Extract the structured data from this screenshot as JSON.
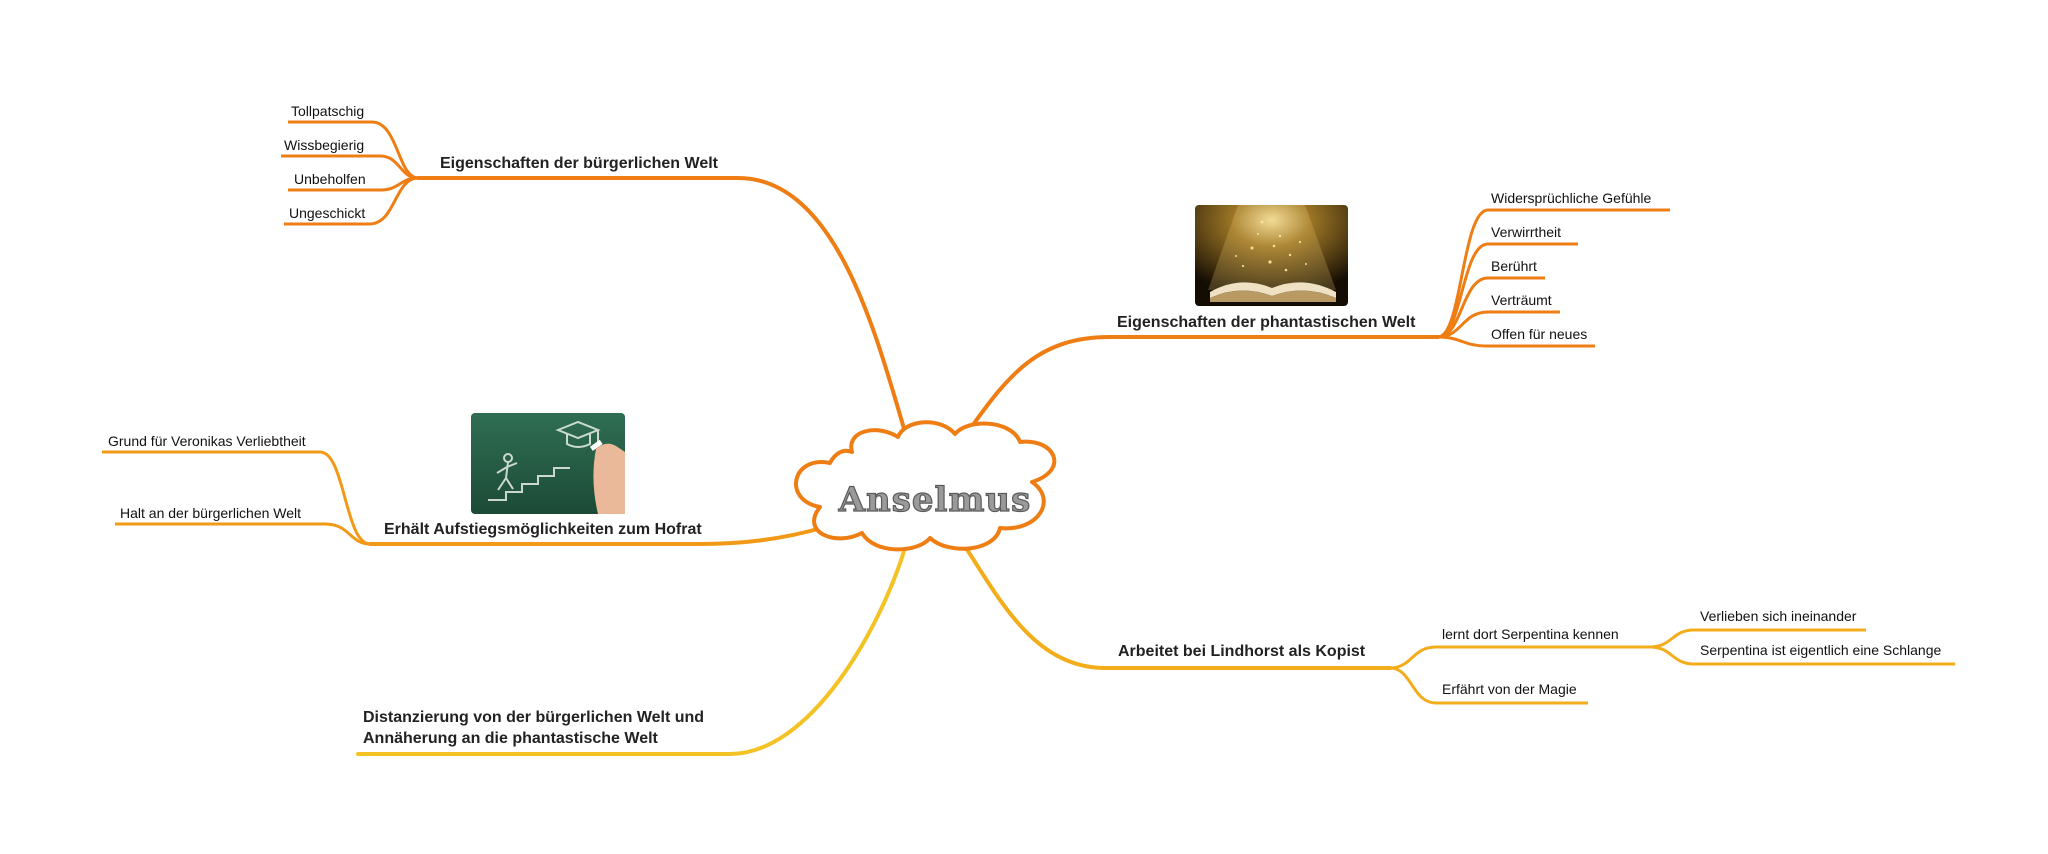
{
  "colors": {
    "orange_dark": "#ee7d14",
    "orange": "#f29a17",
    "amber": "#f3ad1b",
    "yellow": "#f3c326",
    "cloud_fill": "#ffffff"
  },
  "center": {
    "label": "Anselmus"
  },
  "branches": {
    "buergerlich": {
      "label": "Eigenschaften der bürgerlichen Welt",
      "items": [
        "Tollpatschig",
        "Wissbegierig",
        "Unbeholfen",
        "Ungeschickt"
      ]
    },
    "phantastisch": {
      "label": "Eigenschaften der phantastischen Welt",
      "image": "open-book-with-golden-sparkles-image",
      "items": [
        "Widersprüchliche Gefühle",
        "Verwirrtheit",
        "Berührt",
        "Verträumt",
        "Offen für neues"
      ]
    },
    "hofrat": {
      "label": "Erhält Aufstiegsmöglichkeiten zum Hofrat",
      "image": "chalkboard-stairs-graduation-cap-image",
      "items": [
        "Grund für Veronikas Verliebtheit",
        "Halt an der bürgerlichen Welt"
      ]
    },
    "lindhorst": {
      "label": "Arbeitet bei Lindhorst als Kopist",
      "serpentina": {
        "label": "lernt dort Serpentina kennen",
        "items": [
          "Verlieben sich ineinander",
          "Serpentina ist eigentlich eine Schlange"
        ]
      },
      "magie": {
        "label": "Erfährt von der Magie"
      }
    },
    "distanz": {
      "line1": "Distanzierung von der bürgerlichen Welt und",
      "line2": "Annäherung an die phantastische Welt"
    }
  }
}
